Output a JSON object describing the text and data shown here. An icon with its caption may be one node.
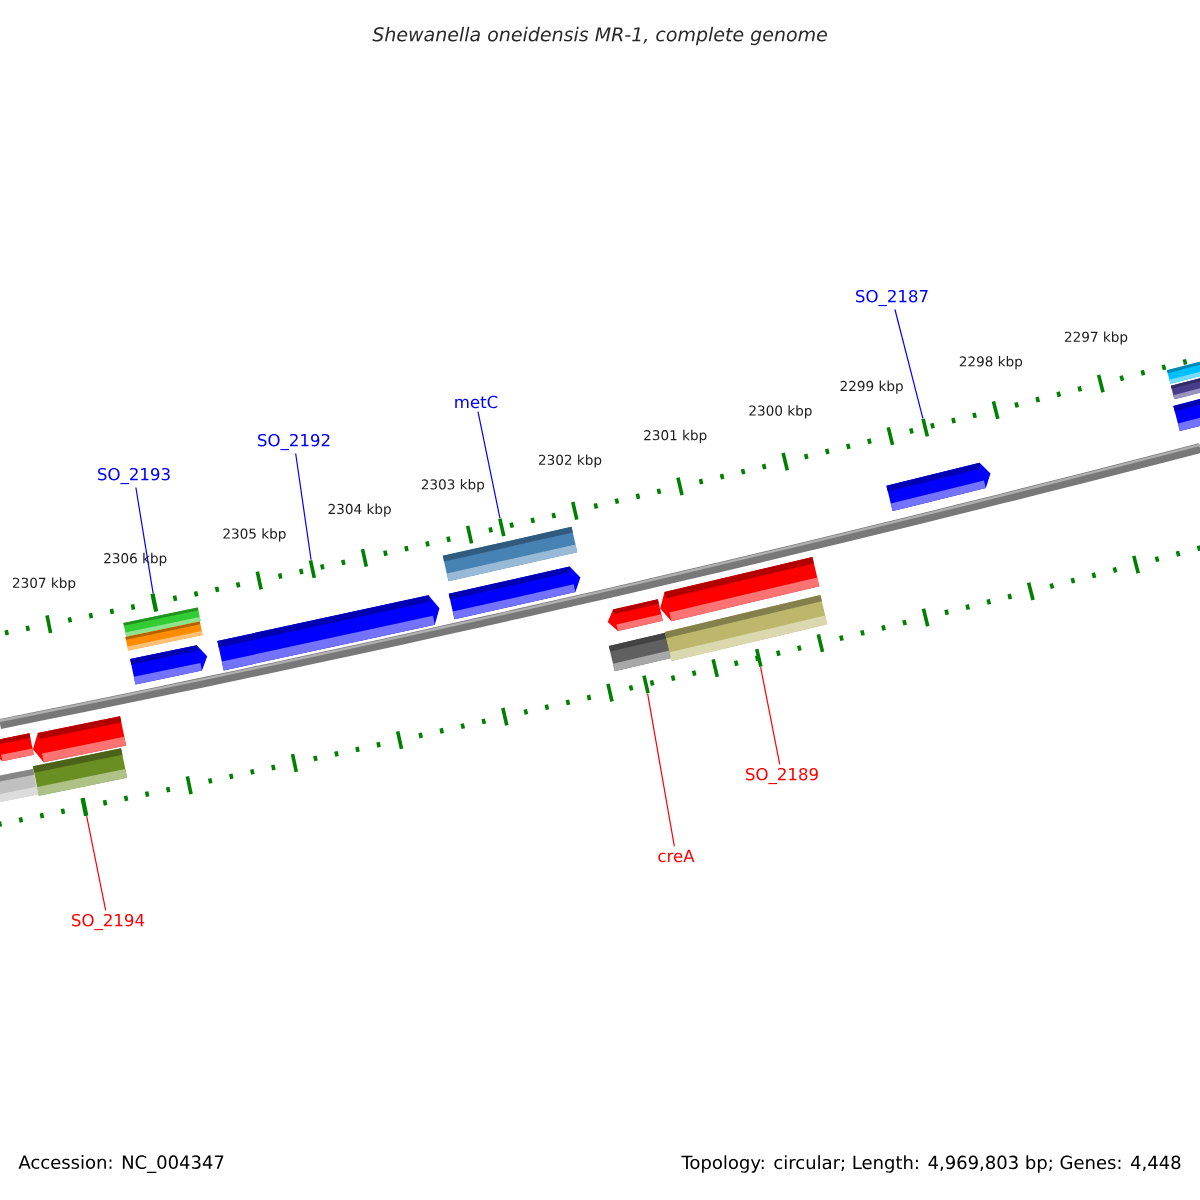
{
  "diagram": {
    "title": "Shewanella oneidensis MR-1, complete genome",
    "nodes": [
      {
        "text": [
          "SO_2193"
        ]
      },
      {
        "text": [
          "SO_2192"
        ]
      },
      {
        "text": [
          "metC"
        ]
      },
      {
        "text": [
          "SO_2187"
        ]
      },
      {
        "text": [
          "SO_2194"
        ]
      },
      {
        "text": [
          "creA"
        ]
      },
      {
        "text": [
          "SO_2189"
        ]
      },
      {
        "text": [],
        "shape": "bar"
      },
      {
        "text": [],
        "shape": "bar"
      },
      {
        "text": [],
        "shape": "bar"
      },
      {
        "text": [],
        "shape": "bar"
      },
      {
        "text": [],
        "shape": "bar"
      },
      {
        "text": [],
        "shape": "bar"
      },
      {
        "text": [],
        "shape": "bar"
      }
    ],
    "edges": [
      {
        "from": 0,
        "to": 8,
        "arrow": "none"
      },
      {
        "from": 1,
        "to": 9,
        "arrow": "none"
      },
      {
        "from": 2,
        "to": 10,
        "arrow": "none"
      },
      {
        "from": 3,
        "to": 13,
        "arrow": "none"
      },
      {
        "from": 4,
        "to": 7,
        "arrow": "none",
        "color": "#ff0000"
      },
      {
        "from": 5,
        "to": 11,
        "arrow": "none",
        "color": "#ff0000"
      },
      {
        "from": 6,
        "to": 12,
        "arrow": "none",
        "color": "#ff0000"
      }
    ],
    "labels": [
      "2307 kbp",
      "2306 kbp",
      "2305 kbp",
      "2304 kbp",
      "2303 kbp",
      "2302 kbp",
      "2301 kbp",
      "2300 kbp",
      "2299 kbp",
      "2298 kbp",
      "2297 kbp",
      "Accession: NC_004347",
      "Topology: circular; Length: 4,969,803 bp; Genes: 4,448"
    ]
  }
}
